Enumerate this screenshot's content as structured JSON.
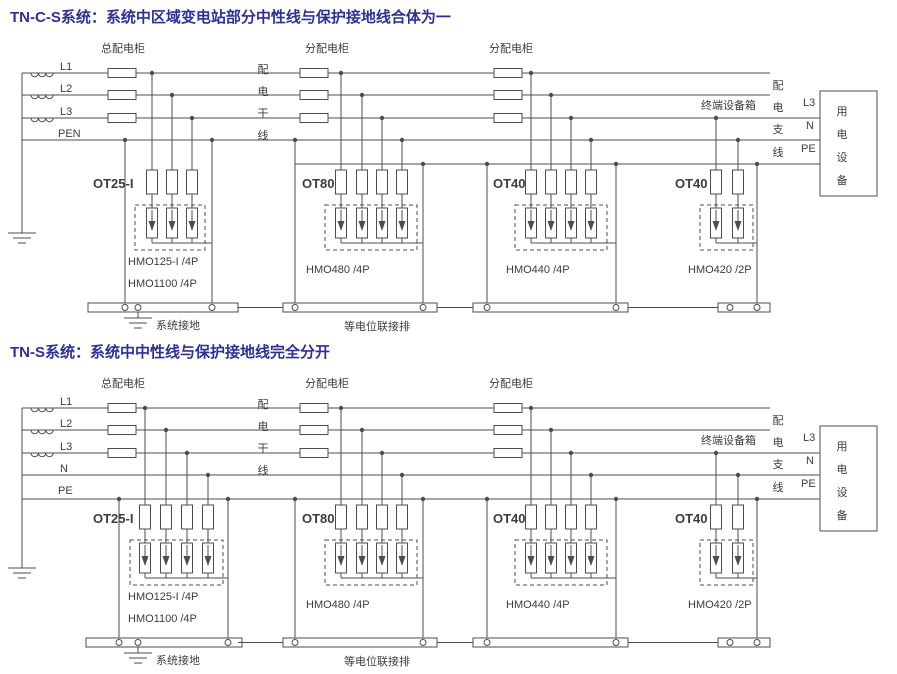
{
  "colors": {
    "title": "#2e3192",
    "wire": "#4d4d4d",
    "text": "#3c3c3c",
    "background": "#ffffff"
  },
  "d1": {
    "title": "TN-C-S系统：系统中区域变电站部分中性线与保护接地线合体为一",
    "cabinets": [
      "总配电柜",
      "分配电柜",
      "分配电柜"
    ],
    "line_labels": [
      "L1",
      "L2",
      "L3",
      "PEN"
    ],
    "trunk_text": [
      "配",
      "电",
      "干",
      "线"
    ],
    "terminal_box_label": "终端设备箱",
    "branch_text": [
      "配",
      "电",
      "支",
      "线"
    ],
    "right_line_labels": [
      "L3",
      "N",
      "PE"
    ],
    "load_box_text": [
      "用",
      "电",
      "设",
      "备"
    ],
    "spd_blocks": [
      {
        "type_label": "OT25-I",
        "model_labels": [
          "HMO125-I /4P",
          "HMO1100 /4P"
        ]
      },
      {
        "type_label": "OT80",
        "model_labels": [
          "HMO480 /4P"
        ]
      },
      {
        "type_label": "OT40",
        "model_labels": [
          "HMO440 /4P"
        ]
      },
      {
        "type_label": "OT40",
        "model_labels": [
          "HMO420 /2P"
        ]
      }
    ],
    "ground_label": "系统接地",
    "bonding_bar_label": "等电位联接排"
  },
  "d2": {
    "title": "TN-S系统：系统中中性线与保护接地线完全分开",
    "cabinets": [
      "总配电柜",
      "分配电柜",
      "分配电柜"
    ],
    "line_labels": [
      "L1",
      "L2",
      "L3",
      "N",
      "PE"
    ],
    "trunk_text": [
      "配",
      "电",
      "干",
      "线"
    ],
    "terminal_box_label": "终端设备箱",
    "branch_text": [
      "配",
      "电",
      "支",
      "线"
    ],
    "right_line_labels": [
      "L3",
      "N",
      "PE"
    ],
    "load_box_text": [
      "用",
      "电",
      "设",
      "备"
    ],
    "spd_blocks": [
      {
        "type_label": "OT25-I",
        "model_labels": [
          "HMO125-I /4P",
          "HMO1100 /4P"
        ]
      },
      {
        "type_label": "OT80",
        "model_labels": [
          "HMO480 /4P"
        ]
      },
      {
        "type_label": "OT40",
        "model_labels": [
          "HMO440 /4P"
        ]
      },
      {
        "type_label": "OT40",
        "model_labels": [
          "HMO420 /2P"
        ]
      }
    ],
    "ground_label": "系统接地",
    "bonding_bar_label": "等电位联接排"
  }
}
